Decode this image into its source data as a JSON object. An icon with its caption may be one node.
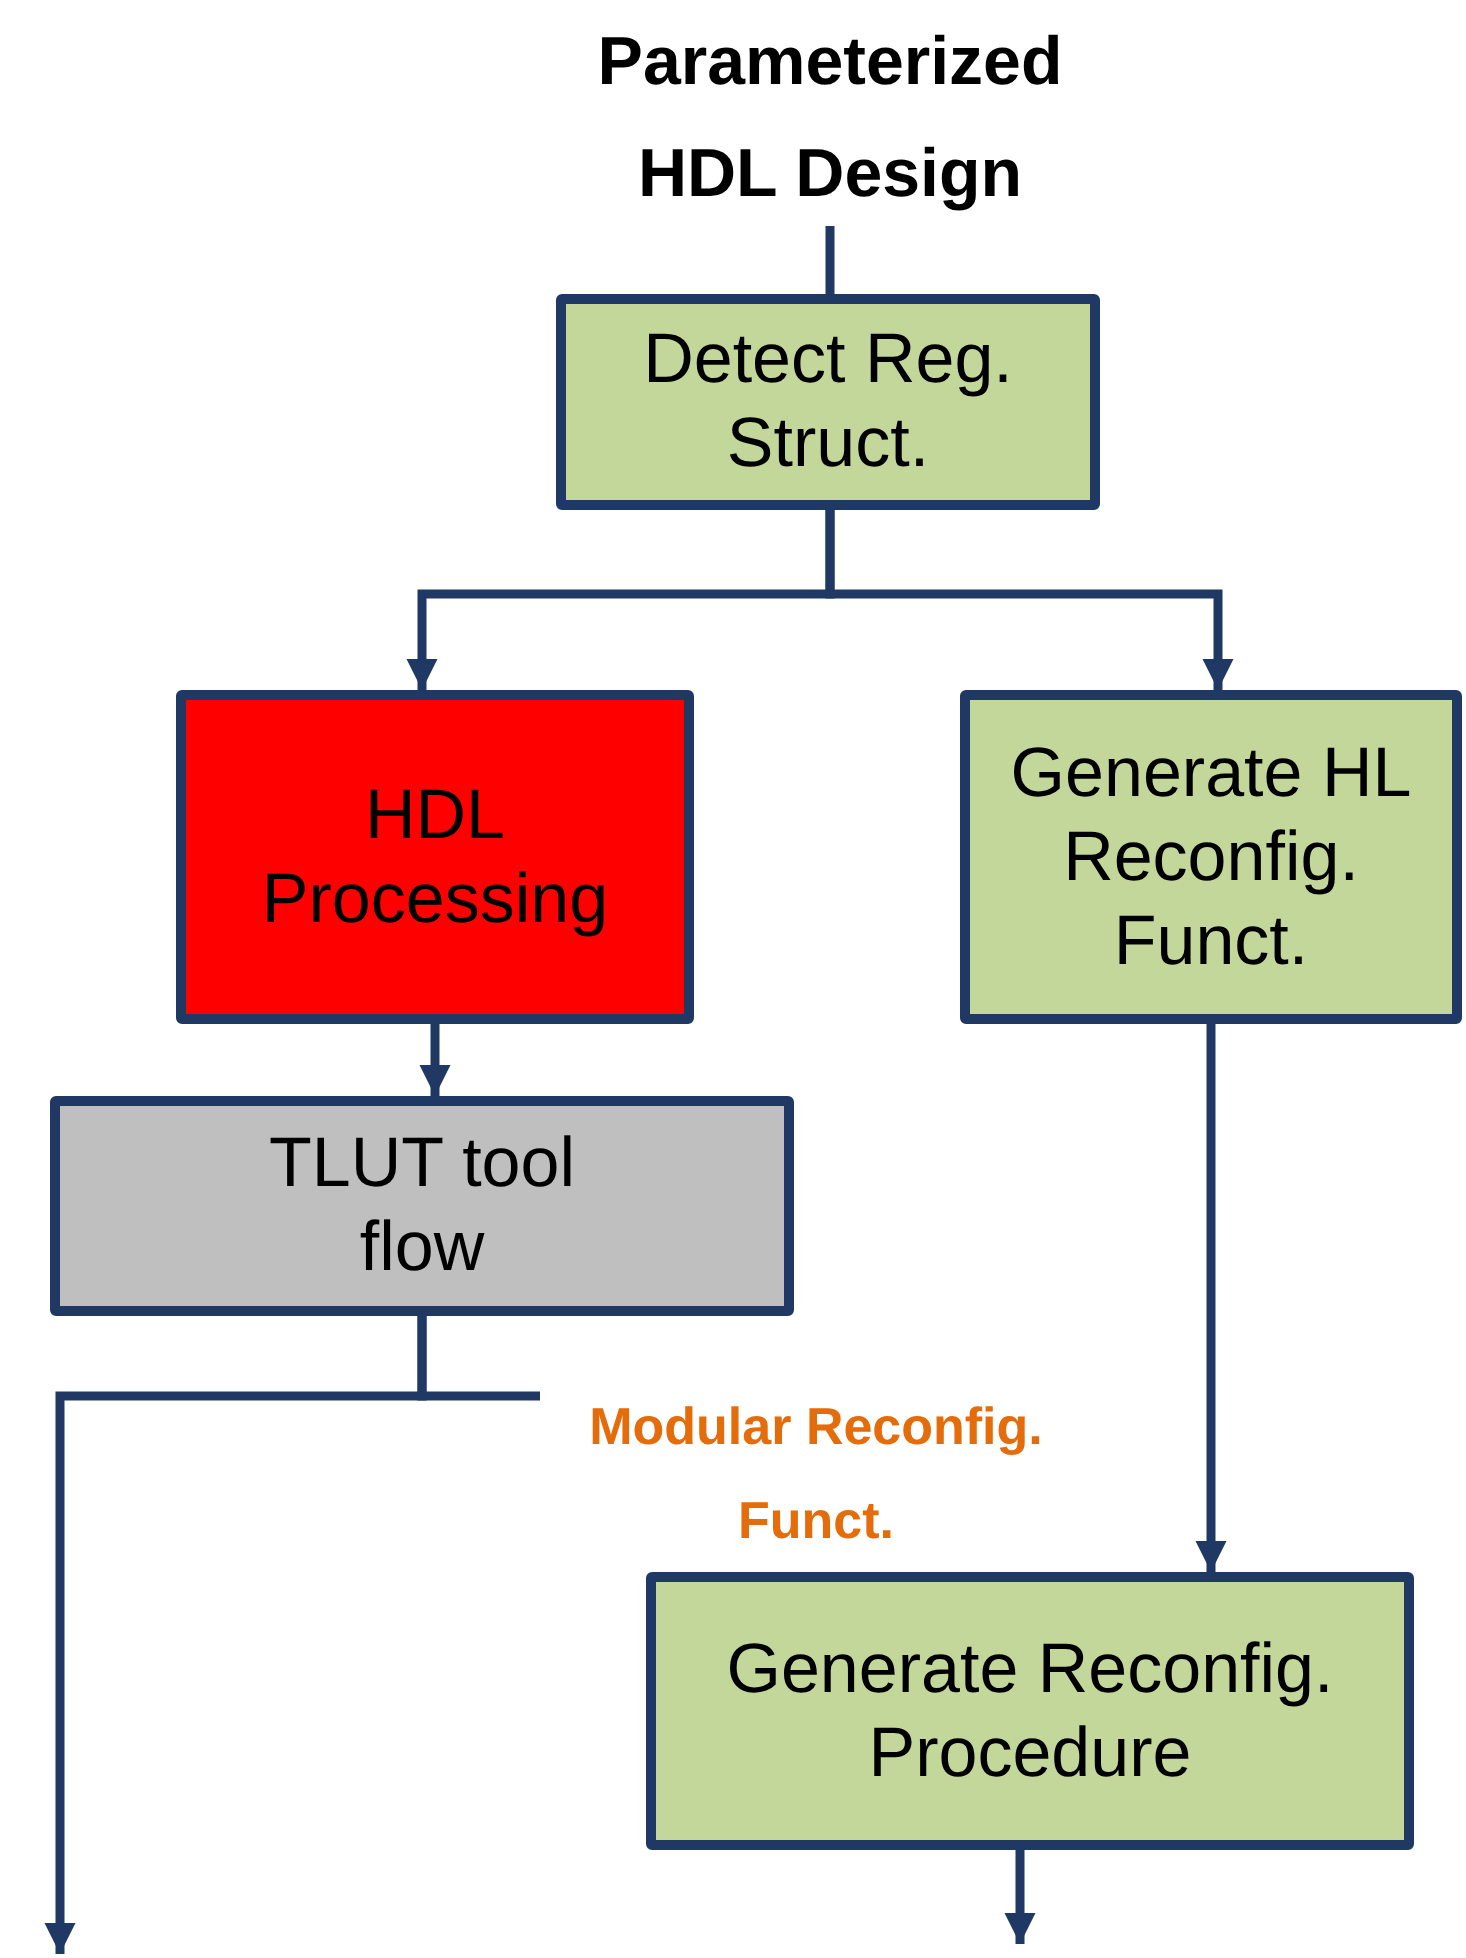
{
  "diagram": {
    "nodes": [
      {
        "text": [
          "Parameterized HDL Design"
        ]
      },
      {
        "text": [
          "Detect Reg. Struct."
        ]
      },
      {
        "text": [
          "HDL Processing"
        ]
      },
      {
        "text": [
          "Generate HL Reconfig. Funct."
        ]
      },
      {
        "text": [
          "TLUT tool flow"
        ]
      },
      {
        "text": [
          "Generate Reconfig. Procedure"
        ]
      }
    ],
    "edges": [
      {
        "from": 0,
        "to": 1,
        "arrow": "none"
      },
      {
        "from": 1,
        "to": 2,
        "arrow": "to"
      },
      {
        "from": 1,
        "to": 3,
        "arrow": "to"
      },
      {
        "from": 2,
        "to": 4,
        "arrow": "to"
      },
      {
        "from": 3,
        "to": 5,
        "arrow": "to"
      },
      {
        "from": 4,
        "to": null,
        "arrow": "to"
      },
      {
        "from": 4,
        "to": null,
        "arrow": "none"
      },
      {
        "from": 5,
        "to": null,
        "arrow": "to"
      }
    ],
    "labels": [
      "Modular Reconfig. Funct."
    ]
  }
}
